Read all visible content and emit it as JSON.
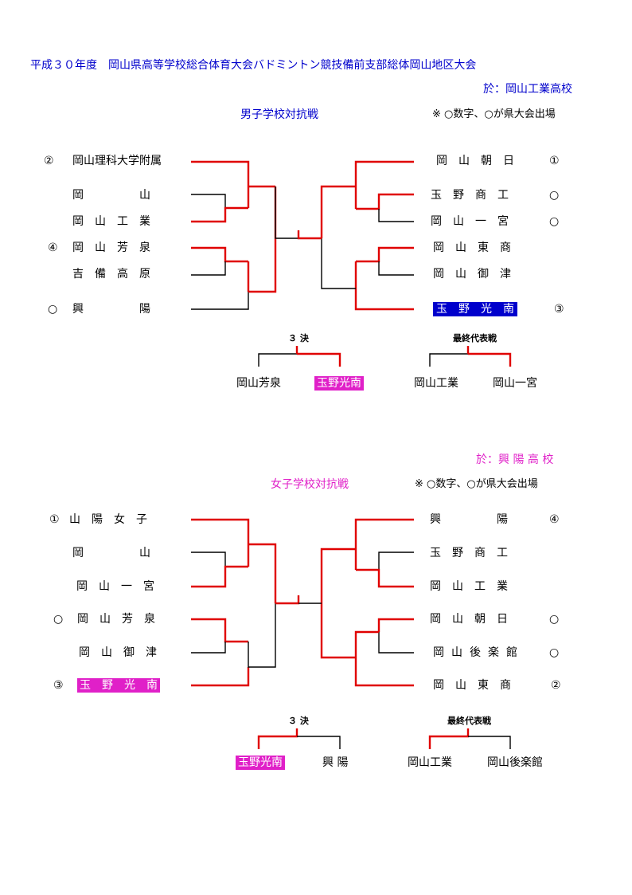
{
  "header": {
    "title": "平成３０年度　岡山県高等学校総合体育大会バドミントン競技備前支部総体岡山地区大会",
    "venue_boys": "於：岡山工業高校",
    "venue_girls": "於：興 陽 高 校"
  },
  "boys": {
    "heading": "男子学校対抗戦",
    "note": "※ ○数字、○が県大会出場",
    "left": [
      {
        "mark": "②",
        "name": "岡山理科大学附属"
      },
      {
        "mark": "",
        "name": "岡　　　　　山"
      },
      {
        "mark": "",
        "name": "岡　山　工　業"
      },
      {
        "mark": "④",
        "name": "岡　山　芳　泉"
      },
      {
        "mark": "",
        "name": "吉　備　高　原"
      },
      {
        "mark": "○",
        "name": "興　　　　　陽"
      }
    ],
    "right": [
      {
        "mark": "①",
        "name": "岡　山　朝　日"
      },
      {
        "mark": "○",
        "name": "玉　野　商　工"
      },
      {
        "mark": "○",
        "name": "岡　山　一　宮"
      },
      {
        "mark": "",
        "name": "岡　山　東　商"
      },
      {
        "mark": "",
        "name": "岡　山　御　津"
      },
      {
        "mark": "③",
        "name": "玉　野　光　南"
      }
    ],
    "third_label": "３ 決",
    "third_left": "岡山芳泉",
    "third_right": "玉野光南",
    "final_label": "最終代表戦",
    "final_left": "岡山工業",
    "final_right": "岡山一宮"
  },
  "girls": {
    "heading": "女子学校対抗戦",
    "note": "※ ○数字、○が県大会出場",
    "left": [
      {
        "mark": "①",
        "name": "山　陽　女　子"
      },
      {
        "mark": "",
        "name": "岡　　　　　山"
      },
      {
        "mark": "",
        "name": "岡　山　一　宮"
      },
      {
        "mark": "○",
        "name": "岡　山　芳　泉"
      },
      {
        "mark": "",
        "name": "岡　山　御　津"
      },
      {
        "mark": "③",
        "name": "玉　野　光　南"
      }
    ],
    "right": [
      {
        "mark": "④",
        "name": "興　　　　　陽"
      },
      {
        "mark": "",
        "name": "玉　野　商　工"
      },
      {
        "mark": "",
        "name": "岡　山　工　業"
      },
      {
        "mark": "○",
        "name": "岡　山　朝　日"
      },
      {
        "mark": "○",
        "name": "岡山後楽館"
      },
      {
        "mark": "②",
        "name": "岡　山　東　商"
      }
    ],
    "third_label": "３ 決",
    "third_left": "玉野光南",
    "third_right": "興 陽",
    "final_label": "最終代表戦",
    "final_left": "岡山工業",
    "final_right": "岡山後楽館"
  },
  "colors": {
    "winner_line": "#e00000",
    "title_blue": "#0000cc",
    "highlight_magenta": "#e020c8"
  }
}
